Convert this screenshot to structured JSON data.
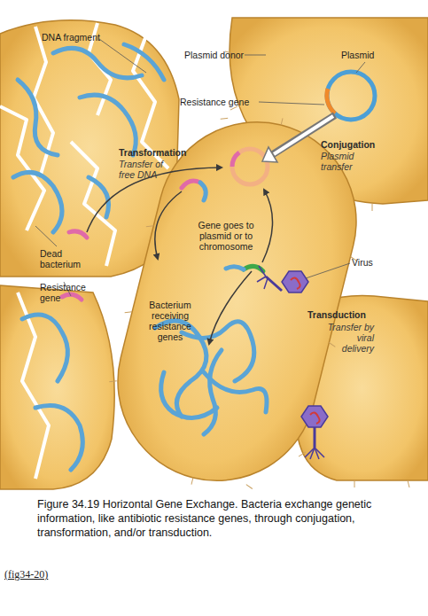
{
  "diagram": {
    "caption": "Figure 34.19 Horizontal Gene Exchange. Bacteria exchange genetic information, like antibiotic resistance genes, through conjugation, transformation, and/or transduction.",
    "nodes": [
      {
        "text": [
          "Gene goes to plasmid or to chromosome",
          "Bacterium receiving resistance genes"
        ]
      }
    ],
    "labels": [
      "DNA fragment",
      "Plasmid donor",
      "Plasmid",
      "Resistance gene",
      "Conjugation",
      "Plasmid transfer",
      "Transformation",
      "Transfer of free DNA",
      "Virus",
      "Dead bacterium",
      "Resistance gene",
      "Transduction",
      "Transfer by viral delivery",
      "(fig34-20)"
    ]
  }
}
